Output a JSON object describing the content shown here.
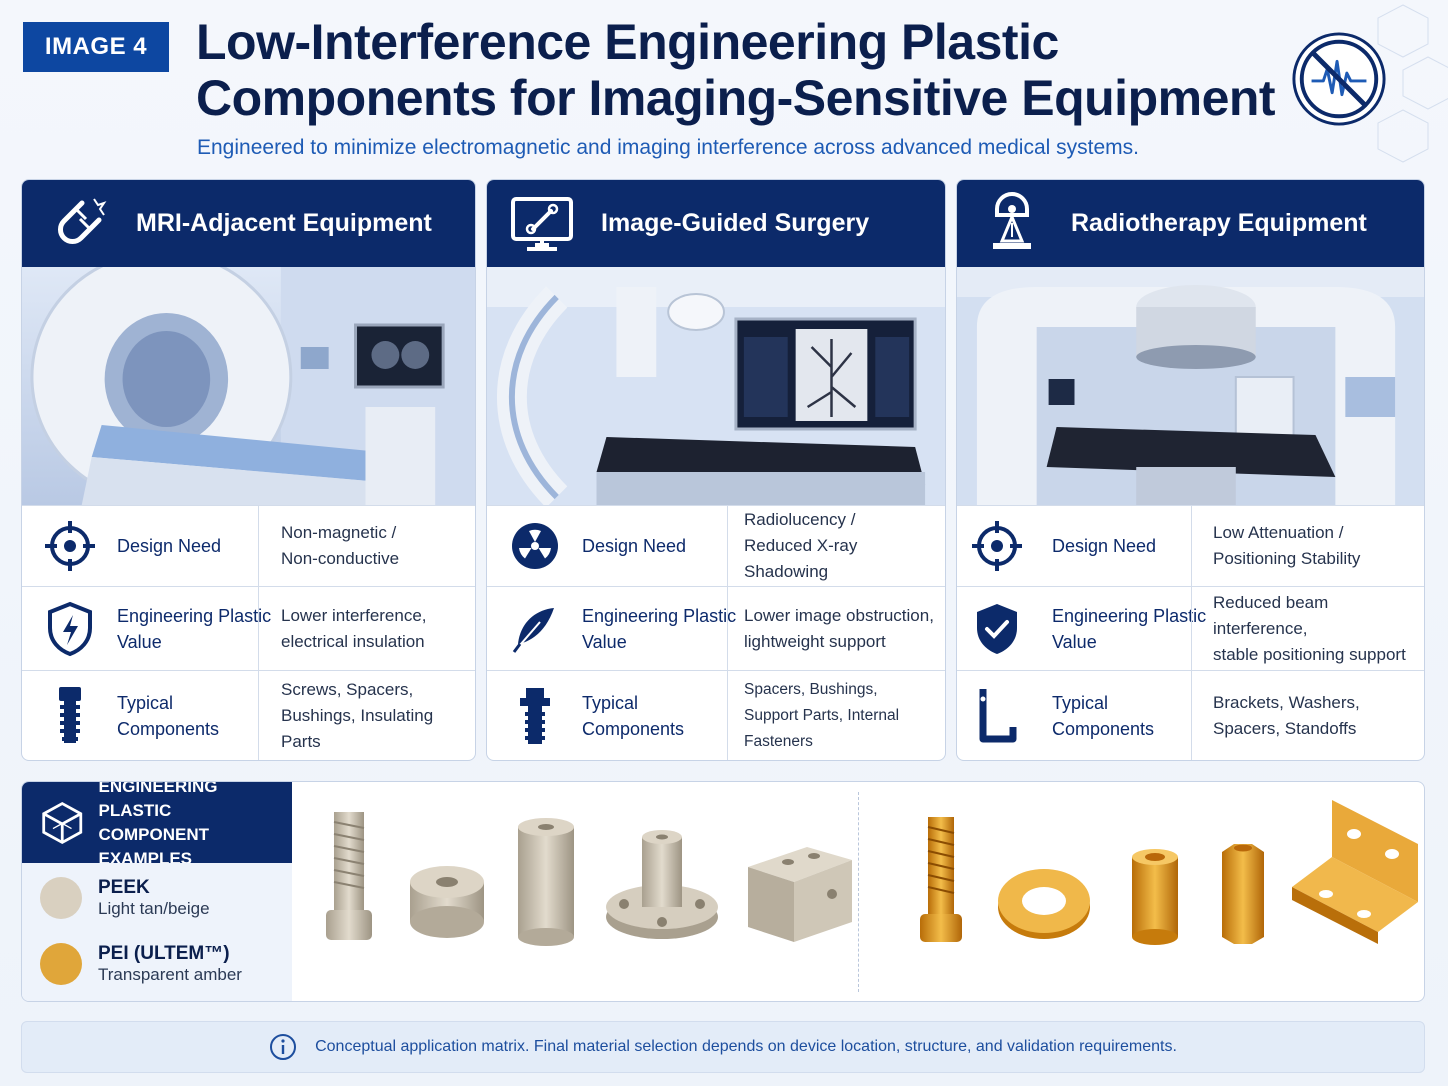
{
  "header": {
    "tag": "IMAGE 4",
    "title_line1": "Low-Interference Engineering Plastic",
    "title_line2": "Components for Imaging-Sensitive Equipment",
    "subtitle": "Engineered to minimize electromagnetic and imaging interference across advanced medical systems."
  },
  "columns": [
    {
      "title": "MRI-Adjacent Equipment",
      "rows": [
        {
          "label": "Design Need",
          "value1": "Non-magnetic /",
          "value2": "Non-conductive"
        },
        {
          "label1": "Engineering Plastic",
          "label2": "Value",
          "value1": "Lower interference,",
          "value2": "electrical insulation"
        },
        {
          "label1": "Typical",
          "label2": "Components",
          "value1": "Screws, Spacers,",
          "value2": "Bushings, Insulating Parts"
        }
      ]
    },
    {
      "title": "Image-Guided Surgery",
      "rows": [
        {
          "label": "Design Need",
          "value1": "Radiolucency /",
          "value2": "Reduced X-ray Shadowing"
        },
        {
          "label1": "Engineering Plastic",
          "label2": "Value",
          "value1": "Lower image obstruction,",
          "value2": "lightweight support"
        },
        {
          "label1": "Typical",
          "label2": "Components",
          "value1": "Spacers, Bushings,",
          "value2": "Support Parts, Internal Fasteners"
        }
      ]
    },
    {
      "title": "Radiotherapy Equipment",
      "rows": [
        {
          "label": "Design Need",
          "value1": "Low Attenuation /",
          "value2": "Positioning Stability"
        },
        {
          "label1": "Engineering Plastic",
          "label2": "Value",
          "value1": "Reduced beam interference,",
          "value2": "stable positioning support"
        },
        {
          "label1": "Typical",
          "label2": "Components",
          "value1": "Brackets, Washers,",
          "value2": "Spacers, Standoffs"
        }
      ]
    }
  ],
  "examples": {
    "title1": "ENGINEERING PLASTIC",
    "title2": "COMPONENT EXAMPLES",
    "materials": [
      {
        "name": "PEEK",
        "desc": "Light tan/beige",
        "color": "#d9d0c0"
      },
      {
        "name": "PEI (ULTEM™)",
        "desc": "Transparent amber",
        "color": "#e0a63a"
      }
    ]
  },
  "footer": {
    "note": "Conceptual application matrix.  Final material selection depends on device location, structure, and validation requirements."
  },
  "colors": {
    "navy": "#0c2a6a",
    "accent": "#0d47a1",
    "peek": "#d9d0c0",
    "pei": "#e0a63a"
  }
}
